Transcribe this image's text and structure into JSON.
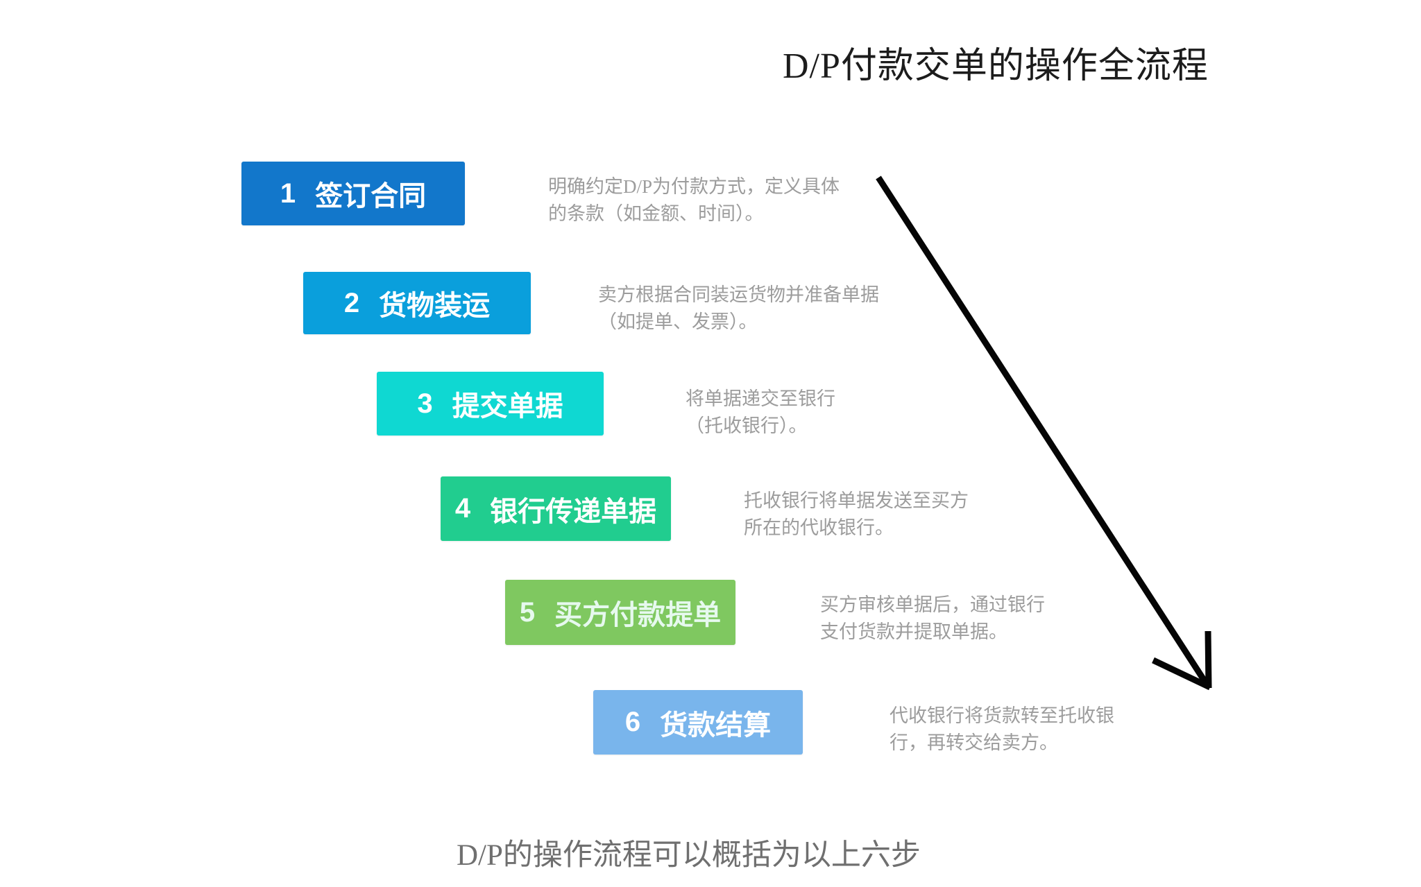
{
  "title": "D/P付款交单的操作全流程",
  "footer": "D/P的操作流程可以概括为以上六步",
  "colors": {
    "background": "#ffffff",
    "title_text": "#1c1c1c",
    "description_text": "#9c9c9c",
    "footer_text": "#6f6f6f",
    "arrow": "#000000"
  },
  "steps": [
    {
      "num": "1",
      "label": "签订合同",
      "box_color": "#1277cb",
      "text_color": "#ffffff",
      "desc_line1": "明确约定D/P为付款方式，定义具体",
      "desc_line2": "的条款（如金额、时间）。"
    },
    {
      "num": "2",
      "label": "货物装运",
      "box_color": "#0a9fdc",
      "text_color": "#ffffff",
      "desc_line1": "卖方根据合同装运货物并准备单据",
      "desc_line2": "（如提单、发票）。"
    },
    {
      "num": "3",
      "label": "提交单据",
      "box_color": "#0fd8d2",
      "text_color": "#ffffff",
      "desc_line1": "将单据递交至银行",
      "desc_line2": "（托收银行）。"
    },
    {
      "num": "4",
      "label": "银行传递单据",
      "box_color": "#21cd8f",
      "text_color": "#ffffff",
      "desc_line1": "托收银行将单据发送至买方",
      "desc_line2": "所在的代收银行。"
    },
    {
      "num": "5",
      "label": "买方付款提单",
      "box_color": "#7fc860",
      "text_color": "#e6f9ee",
      "desc_line1": "买方审核单据后，通过银行",
      "desc_line2": "支付货款并提取单据。"
    },
    {
      "num": "6",
      "label": "货款结算",
      "box_color": "#79b5ec",
      "text_color": "#ffffff",
      "desc_line1": "代收银行将货款转至托收银",
      "desc_line2": "行，再转交给卖方。"
    }
  ],
  "arrow": {
    "description": "long diagonal arrow pointing down-right",
    "color": "#050505"
  }
}
